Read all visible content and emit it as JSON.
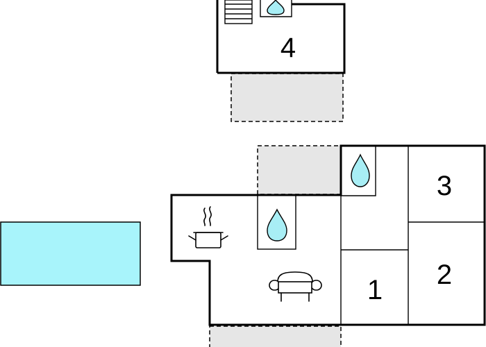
{
  "rooms": {
    "room_1": "1",
    "room_2": "2",
    "room_3": "3",
    "room_4": "4"
  },
  "colors": {
    "pool": "#a8f4fb",
    "water_drop": "#a8eef5",
    "terrace": "#e6e6e6",
    "wall": "#000000"
  },
  "icons": {
    "kitchen": "cooking-pot-icon",
    "bathroom": "water-drop-icon",
    "living": "sofa-icon",
    "stairs": "stairs-icon"
  }
}
